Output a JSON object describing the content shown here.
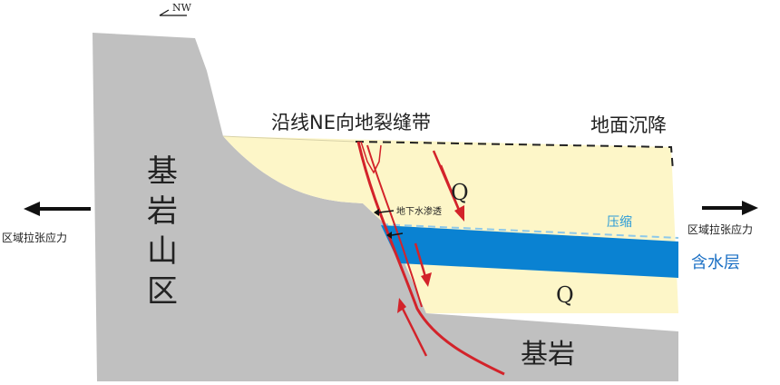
{
  "compass": {
    "label": "NW"
  },
  "labels": {
    "fissure_zone": "沿线NE向地裂缝带",
    "subsidence": "地面沉降",
    "bedrock_mountain": [
      "基",
      "岩",
      "山",
      "区"
    ],
    "q_upper": "Q",
    "q_lower": "Q",
    "seepage": "地下水渗透",
    "compression": "压缩",
    "aquifer": "含水层",
    "bedrock": "基岩",
    "stress_left": "区域拉张应力",
    "stress_right": "区域拉张应力"
  },
  "colors": {
    "bedrock": "#c0c0c0",
    "sediment": "#fdf6c8",
    "aquifer": "#0a82d2",
    "fault": "#d3232a",
    "compression_text": "#2a9bd8",
    "aquifer_text": "#1a6fc4",
    "arrow": "#111111"
  }
}
